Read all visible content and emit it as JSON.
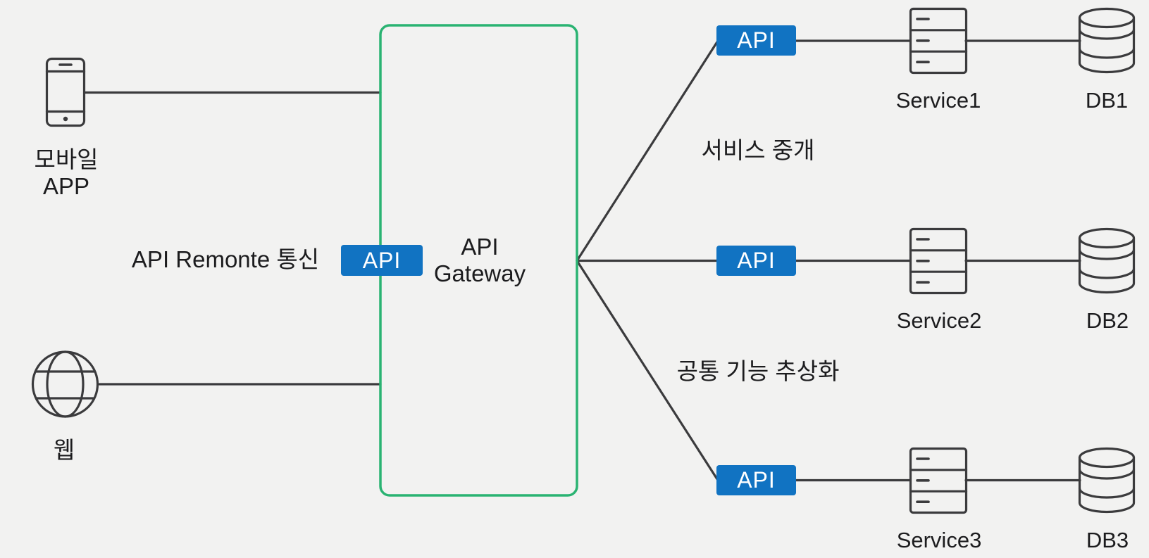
{
  "colors": {
    "background": "#f2f2f1",
    "line": "#3b3b3d",
    "accent_green": "#2ab372",
    "accent_blue": "#1173c2",
    "badge_text": "#ffffff",
    "text": "#1c1c1e"
  },
  "clients": {
    "mobile": {
      "icon": "smartphone-icon",
      "label_line1": "모바일",
      "label_line2": "APP"
    },
    "web": {
      "icon": "globe-icon",
      "label": "웹"
    }
  },
  "gateway": {
    "badge_label": "API",
    "connection_label": "API Remonte 통신",
    "label_line1": "API",
    "label_line2": "Gateway"
  },
  "annotations": {
    "top": "서비스 중개",
    "bottom": "공통 기능 추상화"
  },
  "services": [
    {
      "badge_label": "API",
      "service_label": "Service1",
      "db_label": "DB1"
    },
    {
      "badge_label": "API",
      "service_label": "Service2",
      "db_label": "DB2"
    },
    {
      "badge_label": "API",
      "service_label": "Service3",
      "db_label": "DB3"
    }
  ]
}
